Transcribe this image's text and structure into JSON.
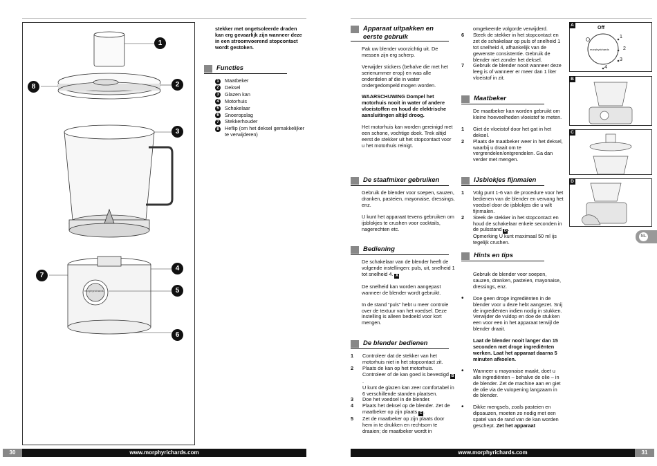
{
  "illustration": {
    "callouts": [
      "1",
      "2",
      "3",
      "4",
      "5",
      "6",
      "7",
      "8"
    ],
    "brand_dial": "morphyrichards"
  },
  "left_col": {
    "intro_bold": "stekker met ongeïsoleerde draden kan erg gevaarlijk zijn wanneer deze in een stroomvoerend stopcontact wordt gestoken.",
    "functies": {
      "title": "Functies",
      "items": [
        {
          "n": "1",
          "t": "Maatbeker"
        },
        {
          "n": "2",
          "t": "Deksel"
        },
        {
          "n": "3",
          "t": "Glazen kan"
        },
        {
          "n": "4",
          "t": "Motorhuis"
        },
        {
          "n": "5",
          "t": "Schakelaar"
        },
        {
          "n": "6",
          "t": "Snoeropslag"
        },
        {
          "n": "7",
          "t": "Stekkerhouder"
        },
        {
          "n": "8",
          "t": "Heflip (om het deksel gemakkelijker te verwijderen)"
        }
      ]
    }
  },
  "mid_col": {
    "s1_title_a": "Apparaat uitpakken en",
    "s1_title_b": "eerste gebruik",
    "s1_p1": "Pak uw blender voorzichtig uit. De messen zijn erg scherp.",
    "s1_p2": "Verwijder stickers (behalve die met het serienummer erop) en was alle onderdelen af die in water ondergedompeld mogen worden.",
    "s1_warn": "WAARSCHUWING Dompel het motorhuis nooit in water of andere vloeistoffen en houd de elektrische aansluitingen altijd droog.",
    "s1_p3": "Het motorhuis kan worden gereinigd met een schone, vochtige doek. Trek altijd eerst de stekker uit het stopcontact voor u het motorhuis reinigt.",
    "s2_title": "De staafmixer gebruiken",
    "s2_p1": "Gebruik de blender voor soepen, sauzen, dranken, pasteien, mayonaise, dressings, enz.",
    "s2_p2": "U kunt het apparaat tevens gebruiken om ijsblokjes te crushen voor cocktails, nagerechten etc.",
    "s3_title": "Bediening",
    "s3_p1": "De schakelaar van de blender heeft de volgende instellingen: puls, uit, snelheid 1 tot snelheid 4.",
    "s3_p1_ref": "A",
    "s3_p2": "De snelheid kan worden aangepast wanneer de blender wordt gebruikt.",
    "s3_p3": "In de stand “puls” hebt u meer controle over de textuur van het voedsel. Deze instelling is alleen bedoeld voor kort mengen.",
    "s4_title": "De blender bedienen",
    "s4_items": [
      {
        "n": "1",
        "t": "Controleer dat de stekker van het motorhuis niet in het stopcontact zit."
      },
      {
        "n": "2",
        "t": "Plaats de kan op het motorhuis. Controleer of de kan goed is bevestigd",
        "ref": "B",
        "t2": "U kunt de glazen kan zeer comfortabel in 6 verschillende standen plaatsen."
      },
      {
        "n": "3",
        "t": "Doe het voedsel in de blender."
      },
      {
        "n": "4",
        "t": "Plaats het deksel op de blender. Zet de maatbeker op zijn plaats",
        "ref": "C"
      },
      {
        "n": "5",
        "t": "Zet de maatbeker op zijn plaats door hem in te drukken en rechtsom te draaien; de maatbeker wordt in"
      }
    ]
  },
  "right_col": {
    "cont_p": "omgekeerde volgorde verwijderd.",
    "cont_items": [
      {
        "n": "6",
        "t": "Steek de stekker in het stopcontact en zet de schakelaar op puls of snelheid 1 tot snelheid 4, afhankelijk van de gewenste consistentie. Gebruik de blender niet zonder het deksel."
      },
      {
        "n": "7",
        "t": "Gebruik de blender nooit wanneer deze leeg is of wanneer er meer dan 1 liter vloeistof in zit."
      }
    ],
    "s5_title": "Maatbeker",
    "s5_p": "De maatbeker kan worden gebruikt om kleine hoeveelheden vloeistof te meten.",
    "s5_items": [
      {
        "n": "1",
        "t": "Giet de vloeistof door het gat in het deksel."
      },
      {
        "n": "2",
        "t": "Plaats de maatbeker weer in het deksel, waarbij u draait om te vergrendelen/ontgrendelen. Ga dan verder met mengen."
      }
    ],
    "s6_title": "IJsblokjes fijnmalen",
    "s6_items": [
      {
        "n": "1",
        "t": "Volg punt 1-6 van de procedure voor het bedienen van de blender en vervang het voedsel door de ijsblokjes die u wilt fijnmalen."
      },
      {
        "n": "2",
        "t": "Steek de stekker in het stopcontact en houd de schakelaar enkele seconden in de pulsstand",
        "ref": "D",
        "t2": "Opmerking U kunt maximaal 50 ml ijs tegelijk crushen."
      }
    ],
    "s7_title": "Hints en tips",
    "s7_p": "Gebruik de blender voor soepen, sauzen, dranken, pasteien, mayonaise, dressings, enz.",
    "s7_b1": "Doe geen droge ingrediënten in de blender voor u deze hebt aangezet. Snij de ingrediënten indien nodig in stukken. Verwijder de vuldop en doe de stukken een voor een in het apparaat terwijl de blender draait.",
    "s7_bold": "Laat de blender nooit langer dan 15 seconden met droge ingrediënten werken. Laat het apparaat daarna 5 minuten afkoelen.",
    "s7_b2": "Wanneer u mayonaise maakt, doet u alle ingrediënten – behalve de olie – in de blender. Zet de machine aan en giet de olie via de vulopening langzaam in de blender.",
    "s7_b3": "Dikke mengsels, zoals pasteien en dipsauzen, moeten zo nodig met een spatel van de rand van de kan worden geschept.",
    "s7_b3_bold": "Zet het apparaat"
  },
  "panels": {
    "a_label": "A",
    "b_label": "B",
    "c_label": "C",
    "d_label": "D",
    "dial_off": "Off",
    "dial_1": "1",
    "dial_2": "2",
    "dial_3": "3",
    "dial_4": "4",
    "dial_brand": "morphyrichards"
  },
  "footer": {
    "left_page": "30",
    "right_page": "31",
    "url_left": "www.morphyrichards.com",
    "url_right": "www.morphyrichards.com",
    "lang_tab": "NL"
  }
}
